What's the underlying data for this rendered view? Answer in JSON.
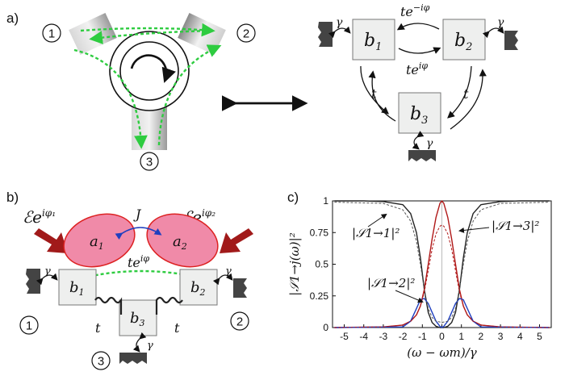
{
  "panel_labels": {
    "a": "a)",
    "b": "b)",
    "c": "c)"
  },
  "panel_a": {
    "ports": [
      "1",
      "2",
      "3"
    ],
    "modes": {
      "b1": "b",
      "b1_sub": "1",
      "b2": "b",
      "b2_sub": "2",
      "b3": "b",
      "b3_sub": "3"
    },
    "couplings": {
      "top_forward": "te",
      "top_forward_exp": "−iφ",
      "top_back": "te",
      "top_back_exp": "iφ",
      "left": "t",
      "right": "t",
      "gamma": "γ"
    }
  },
  "panel_b": {
    "drive_left": "ℰe",
    "drive_left_exp": "iφ₁",
    "drive_right": "ℰe",
    "drive_right_exp": "iφ₂",
    "coupling_J": "J",
    "resonators": {
      "a1": "a",
      "a1_sub": "1",
      "a2": "a",
      "a2_sub": "2"
    },
    "effective": "te",
    "effective_exp": "iφ",
    "modes": {
      "b1": "b",
      "b1_sub": "1",
      "b2": "b",
      "b2_sub": "2",
      "b3": "b",
      "b3_sub": "3"
    },
    "t_left": "t",
    "t_right": "t",
    "gamma": "γ",
    "ports": [
      "1",
      "2",
      "3"
    ]
  },
  "chart_data": {
    "type": "line",
    "ylabel": "|𝒮1→j(ω)|²",
    "xlabel": "(ω − ωm)/γ",
    "xlim": [
      -5.6,
      5.6
    ],
    "ylim": [
      0,
      1.0
    ],
    "x_ticks": [
      "-5",
      "-4",
      "-3",
      "-2",
      "-1",
      "0",
      "1",
      "2",
      "3",
      "4",
      "5"
    ],
    "y_ticks": [
      "0",
      "0.25",
      "0.5",
      "0.75",
      "1"
    ],
    "annotations": {
      "s11": "|𝒮1→1|²",
      "s12": "|𝒮1→2|²",
      "s13": "|𝒮1→3|²"
    },
    "series": [
      {
        "name": "|𝒮1→1|²",
        "color": "#222222",
        "x": [
          -5.5,
          -4,
          -3,
          -2,
          -1.6,
          -1.3,
          -1.1,
          -0.9,
          -0.7,
          -0.5,
          -0.3,
          -0.1,
          0,
          0.1,
          0.3,
          0.5,
          0.7,
          0.9,
          1.1,
          1.3,
          1.6,
          2,
          3,
          4,
          5.5
        ],
        "y": [
          1,
          1,
          0.995,
          0.97,
          0.9,
          0.75,
          0.55,
          0.3,
          0.12,
          0.04,
          0.01,
          0.0,
          0.0,
          0.0,
          0.01,
          0.04,
          0.12,
          0.3,
          0.55,
          0.75,
          0.9,
          0.97,
          0.995,
          1,
          1
        ]
      },
      {
        "name": "|𝒮1→3|²",
        "color": "#b01818",
        "x": [
          -5.5,
          -3,
          -2,
          -1.6,
          -1.3,
          -1.1,
          -0.9,
          -0.7,
          -0.5,
          -0.3,
          -0.1,
          0,
          0.1,
          0.3,
          0.5,
          0.7,
          0.9,
          1.1,
          1.3,
          1.6,
          2,
          3,
          5.5
        ],
        "y": [
          0,
          0.005,
          0.02,
          0.05,
          0.1,
          0.17,
          0.3,
          0.5,
          0.7,
          0.87,
          0.98,
          1.0,
          0.98,
          0.87,
          0.7,
          0.5,
          0.3,
          0.17,
          0.1,
          0.05,
          0.02,
          0.005,
          0
        ]
      },
      {
        "name": "|𝒮1→2|²",
        "color": "#1f3fbf",
        "x": [
          -5.5,
          -2,
          -1.6,
          -1.3,
          -1.1,
          -0.9,
          -0.7,
          -0.5,
          -0.3,
          -0.1,
          0,
          0.1,
          0.3,
          0.5,
          0.7,
          0.9,
          1.1,
          1.3,
          1.6,
          2,
          5.5
        ],
        "y": [
          0,
          0.005,
          0.05,
          0.15,
          0.22,
          0.23,
          0.19,
          0.12,
          0.05,
          0.01,
          0,
          0.01,
          0.05,
          0.12,
          0.19,
          0.23,
          0.22,
          0.15,
          0.05,
          0.005,
          0
        ]
      },
      {
        "name": "dashed-s11",
        "color": "#555555",
        "dashed": true,
        "x": [
          -5.5,
          -3,
          -2,
          -1.6,
          -1.3,
          -1.1,
          -0.9,
          -0.7,
          -0.5,
          -0.3,
          0,
          0.3,
          0.5,
          0.7,
          0.9,
          1.1,
          1.3,
          1.6,
          2,
          3,
          5.5
        ],
        "y": [
          0.99,
          0.98,
          0.93,
          0.84,
          0.68,
          0.5,
          0.3,
          0.15,
          0.08,
          0.05,
          0.04,
          0.05,
          0.08,
          0.15,
          0.3,
          0.5,
          0.68,
          0.84,
          0.93,
          0.98,
          0.99
        ]
      },
      {
        "name": "dashed-s13",
        "color": "#b01818",
        "dashed": true,
        "x": [
          -5.5,
          -3,
          -2,
          -1.6,
          -1.3,
          -1.1,
          -0.9,
          -0.7,
          -0.5,
          -0.3,
          -0.1,
          0,
          0.1,
          0.3,
          0.5,
          0.7,
          0.9,
          1.1,
          1.3,
          1.6,
          2,
          3,
          5.5
        ],
        "y": [
          0,
          0.005,
          0.02,
          0.05,
          0.1,
          0.17,
          0.28,
          0.45,
          0.62,
          0.74,
          0.8,
          0.81,
          0.8,
          0.74,
          0.62,
          0.45,
          0.28,
          0.17,
          0.1,
          0.05,
          0.02,
          0.005,
          0
        ]
      }
    ]
  }
}
